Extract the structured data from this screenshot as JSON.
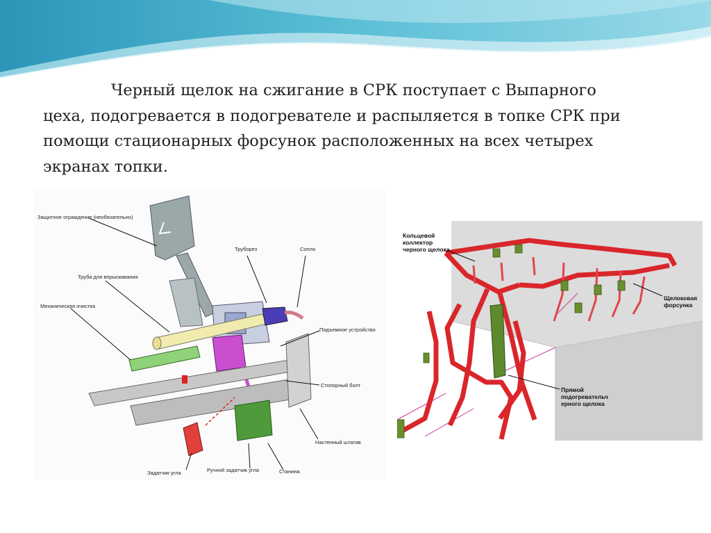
{
  "slide": {
    "paragraph": [
      "Черный щелок на сжигание в СРК поступает с Выпарного",
      "цеха, подогревается в подогревателе и распыляется в топке СРК при",
      "помощи стационарных форсунок расположенных на всех четырех",
      "экранах топки."
    ]
  },
  "figure_left": {
    "labels": {
      "guard": "Защитное ограждение (необязательно)",
      "pipe_cleaner": "Труборез",
      "nozzle": "Сопло",
      "spray_pipe": "Труба для впрыскивания",
      "mech_clean": "Механическая очистка",
      "lift": "Подъемное устройство",
      "stop_bolt": "Стопорный болт",
      "wall_mount": "Настенный штатив",
      "angle_sensor": "Задатчик угла",
      "manual_angle": "Ручной задатчик угла",
      "frame": "Станина"
    }
  },
  "figure_right": {
    "labels": {
      "ring_collector": [
        "Кольцевой",
        "коллектор",
        "черного щелока"
      ],
      "liquor_nozzle": [
        "Щелоковая",
        "форсунка"
      ],
      "direct_heater": [
        "Прямой",
        "подогревательч",
        "ерного щелока"
      ]
    }
  },
  "colors": {
    "wave_dark": "#3aa6c4",
    "wave_light": "#8fd3e3",
    "pipe_red": "#d9262b",
    "wall_gray": "#d7d7d7",
    "burner_green": "#5a9a2a"
  }
}
